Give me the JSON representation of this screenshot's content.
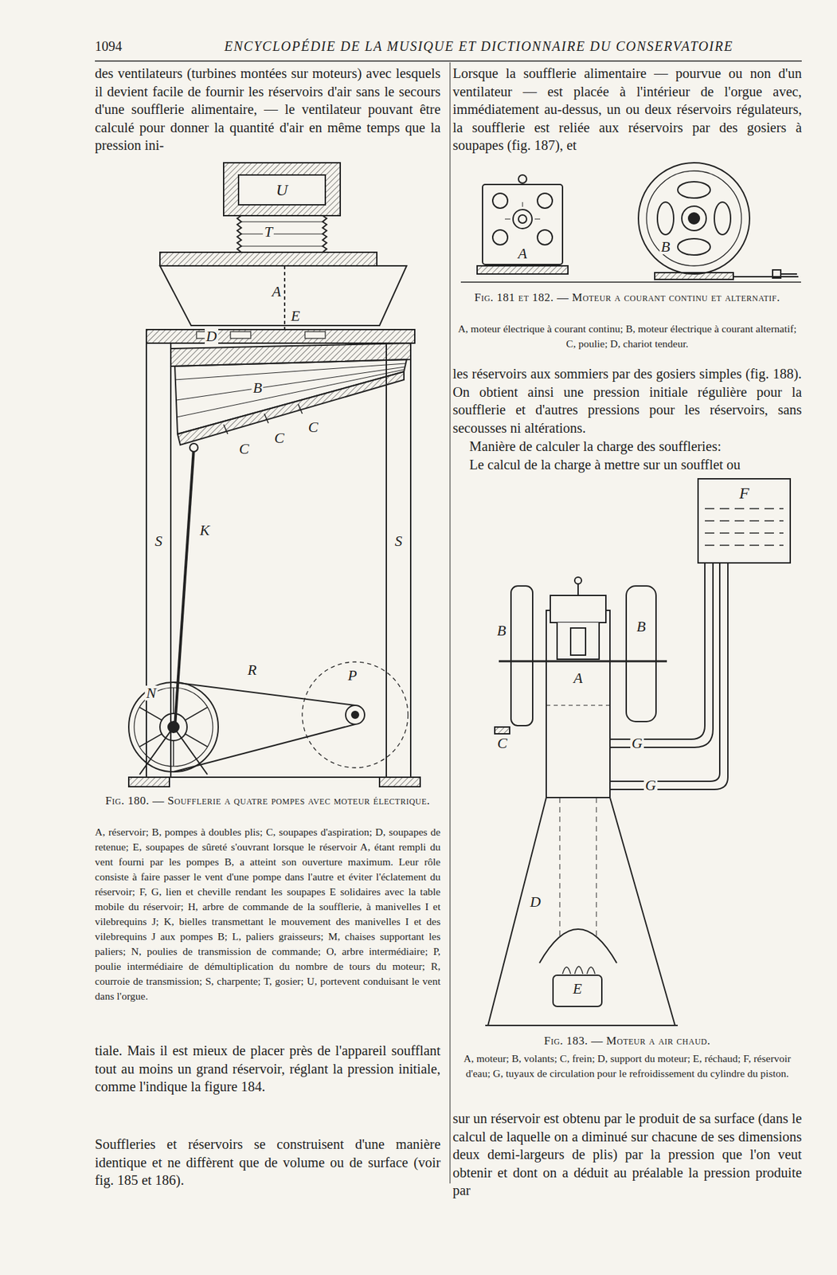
{
  "diagram": {
    "title": "ENCYCLOPÉDIE DE LA MUSIQUE ET DICTIONNAIRE DU CONSERVATOIRE",
    "nodes": [
      {
        "text": [
          "U"
        ]
      },
      {
        "text": [
          "F"
        ]
      }
    ],
    "labels": [
      "1094",
      "des ventilateurs (turbines montées sur moteurs) avec lesquels il devient facile de fournir les réservoirs d'air sans le secours d'une soufflerie alimentaire, — le ventilateur pouvant être calculé pour donner la quantité d'air en même temps que la pression ini-",
      "Lorsque la soufflerie alimentaire — pourvue ou non d'un ventilateur — est placée à l'intérieur de l'orgue avec, immédiatement au-dessus, un ou deux réservoirs régulateurs, la soufflerie est reliée aux réservoirs par des gosiers à soupapes (fig. 187), et",
      "T",
      "A",
      "E",
      "D",
      "B",
      "C",
      "C",
      "C",
      "S",
      "K",
      "S",
      "N",
      "R",
      "P",
      "Fig. 180. — Soufflerie a quatre pompes avec moteur électrique.",
      "A, réservoir; B, pompes à doubles plis; C, soupapes d'aspiration; D, soupapes de retenue; E, soupapes de sûreté s'ouvrant lorsque le réservoir A, étant rempli du vent fourni par les pompes B, a atteint son ouverture maximum. Leur rôle consiste à faire passer le vent d'une pompe dans l'autre et éviter l'éclatement du réservoir; F, G, lien et cheville rendant les soupapes E solidaires avec la table mobile du réservoir; H, arbre de commande de la soufflerie, à manivelles I et vilebrequins J; K, bielles transmettant le mouvement des manivelles I et des vilebrequins J aux pompes B; L, paliers graisseurs; M, chaises supportant les paliers; N, poulies de transmission de commande; O, arbre intermédiaire; P, poulie intermédiaire de démultiplication du nombre de tours du moteur; R, courroie de transmission; S, charpente; T, gosier; U, portevent conduisant le vent dans l'orgue.",
      "tiale. Mais il est mieux de placer près de l'appareil soufflant tout au moins un grand réservoir, réglant la pression initiale, comme l'indique la figure 184.",
      "Souffleries et réservoirs se construisent d'une manière identique et ne diffèrent que de volume ou de surface (voir fig. 185 et 186).",
      "A",
      "B",
      "Fig. 181 et 182. — Moteur a courant continu et alternatif.",
      "A, moteur électrique à courant continu; B, moteur électrique à courant alternatif; C, poulie; D, chariot tendeur.",
      "les réservoirs aux sommiers par des gosiers simples (fig. 188). On obtient ainsi une pression initiale régulière pour la soufflerie et d'autres pressions pour les réservoirs, sans secousses ni altérations.",
      "Manière de calculer la charge des souffleries:",
      "Le calcul de la charge à mettre sur un soufflet ou",
      "B",
      "B",
      "A",
      "C",
      "G",
      "G",
      "D",
      "E",
      "Fig. 183. — Moteur a air chaud.",
      "A, moteur; B, volants; C, frein; D, support du moteur; E, réchaud; F, réservoir d'eau; G, tuyaux de circulation pour le refroidissement du cylindre du piston.",
      "sur un réservoir est obtenu par le produit de sa surface (dans le calcul de laquelle on a diminué sur chacune de ses dimensions deux demi-largeurs de plis) par la pression que l'on veut obtenir et dont on a déduit au préalable la pression produite par"
    ]
  }
}
